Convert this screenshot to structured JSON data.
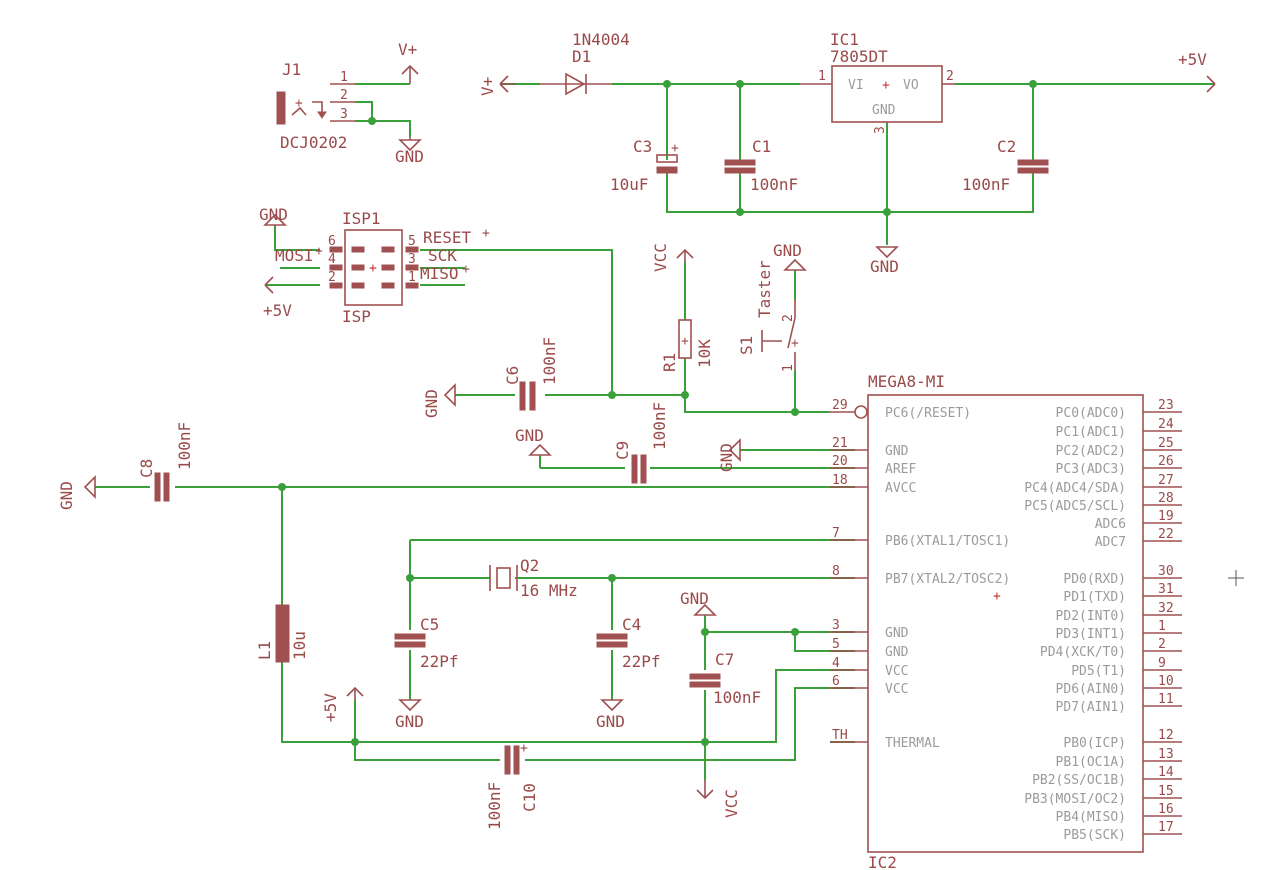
{
  "labels": {
    "j1": "J1",
    "j1_value": "DCJ0202",
    "d1": "D1",
    "d1_value": "1N4004",
    "ic1": "IC1",
    "ic1_value": "7805DT",
    "ic1_vi": "VI",
    "ic1_vo": "VO",
    "ic1_gnd": "GND",
    "c1": "C1",
    "c1_value": "100nF",
    "c2": "C2",
    "c2_value": "100nF",
    "c3": "C3",
    "c3_value": "10uF",
    "c4": "C4",
    "c4_value": "22Pf",
    "c5": "C5",
    "c5_value": "22Pf",
    "c6": "C6",
    "c6_value": "100nF",
    "c7": "C7",
    "c7_value": "100nF",
    "c8": "C8",
    "c8_value": "100nF",
    "c9": "C9",
    "c9_value": "100nF",
    "c10": "C10",
    "c10_value": "100nF",
    "r1": "R1",
    "r1_value": "10K",
    "s1": "S1",
    "s1_value": "Taster",
    "q2": "Q2",
    "q2_value": "16 MHz",
    "l1": "L1",
    "l1_value": "10u",
    "isp1": "ISP1",
    "isp_value": "ISP",
    "isp_reset": "RESET",
    "isp_sck": "SCK",
    "isp_miso": "MISO",
    "isp_mosi": "MOSI",
    "ic2_value": "MEGA8-MI",
    "ic2_name": "IC2"
  },
  "supplies": {
    "gnd": "GND",
    "vplus": "V+",
    "plus5v": "+5V",
    "vcc": "VCC"
  },
  "pin_numbers": {
    "j1": [
      "1",
      "2",
      "3"
    ],
    "ic1": [
      "1",
      "2",
      "3"
    ],
    "isp": [
      "6",
      "4",
      "2",
      "5",
      "3",
      "1"
    ],
    "s1": [
      "2",
      "1"
    ]
  },
  "mcu_left_pins": [
    {
      "num": "29",
      "name": "PC6(/RESET)"
    },
    {
      "num": "21",
      "name": "GND"
    },
    {
      "num": "20",
      "name": "AREF"
    },
    {
      "num": "18",
      "name": "AVCC"
    },
    {
      "num": "7",
      "name": "PB6(XTAL1/TOSC1)"
    },
    {
      "num": "8",
      "name": "PB7(XTAL2/TOSC2)"
    },
    {
      "num": "3",
      "name": "GND"
    },
    {
      "num": "5",
      "name": "GND"
    },
    {
      "num": "4",
      "name": "VCC"
    },
    {
      "num": "6",
      "name": "VCC"
    },
    {
      "num": "TH",
      "name": "THERMAL"
    }
  ],
  "mcu_right_pins": [
    {
      "num": "23",
      "name": "PC0(ADC0)"
    },
    {
      "num": "24",
      "name": "PC1(ADC1)"
    },
    {
      "num": "25",
      "name": "PC2(ADC2)"
    },
    {
      "num": "26",
      "name": "PC3(ADC3)"
    },
    {
      "num": "27",
      "name": "PC4(ADC4/SDA)"
    },
    {
      "num": "28",
      "name": "PC5(ADC5/SCL)"
    },
    {
      "num": "19",
      "name": "ADC6"
    },
    {
      "num": "22",
      "name": "ADC7"
    },
    {
      "num": "30",
      "name": "PD0(RXD)"
    },
    {
      "num": "31",
      "name": "PD1(TXD)"
    },
    {
      "num": "32",
      "name": "PD2(INT0)"
    },
    {
      "num": "1",
      "name": "PD3(INT1)"
    },
    {
      "num": "2",
      "name": "PD4(XCK/T0)"
    },
    {
      "num": "9",
      "name": "PD5(T1)"
    },
    {
      "num": "10",
      "name": "PD6(AIN0)"
    },
    {
      "num": "11",
      "name": "PD7(AIN1)"
    },
    {
      "num": "12",
      "name": "PB0(ICP)"
    },
    {
      "num": "13",
      "name": "PB1(OC1A)"
    },
    {
      "num": "14",
      "name": "PB2(SS/OC1B)"
    },
    {
      "num": "15",
      "name": "PB3(MOSI/OC2)"
    },
    {
      "num": "16",
      "name": "PB4(MISO)"
    },
    {
      "num": "17",
      "name": "PB5(SCK)"
    }
  ],
  "colors": {
    "wire": "#3aa03a",
    "part": "#a05050",
    "text": "#9b4a4a",
    "pin_text": "#9b9b9b"
  }
}
